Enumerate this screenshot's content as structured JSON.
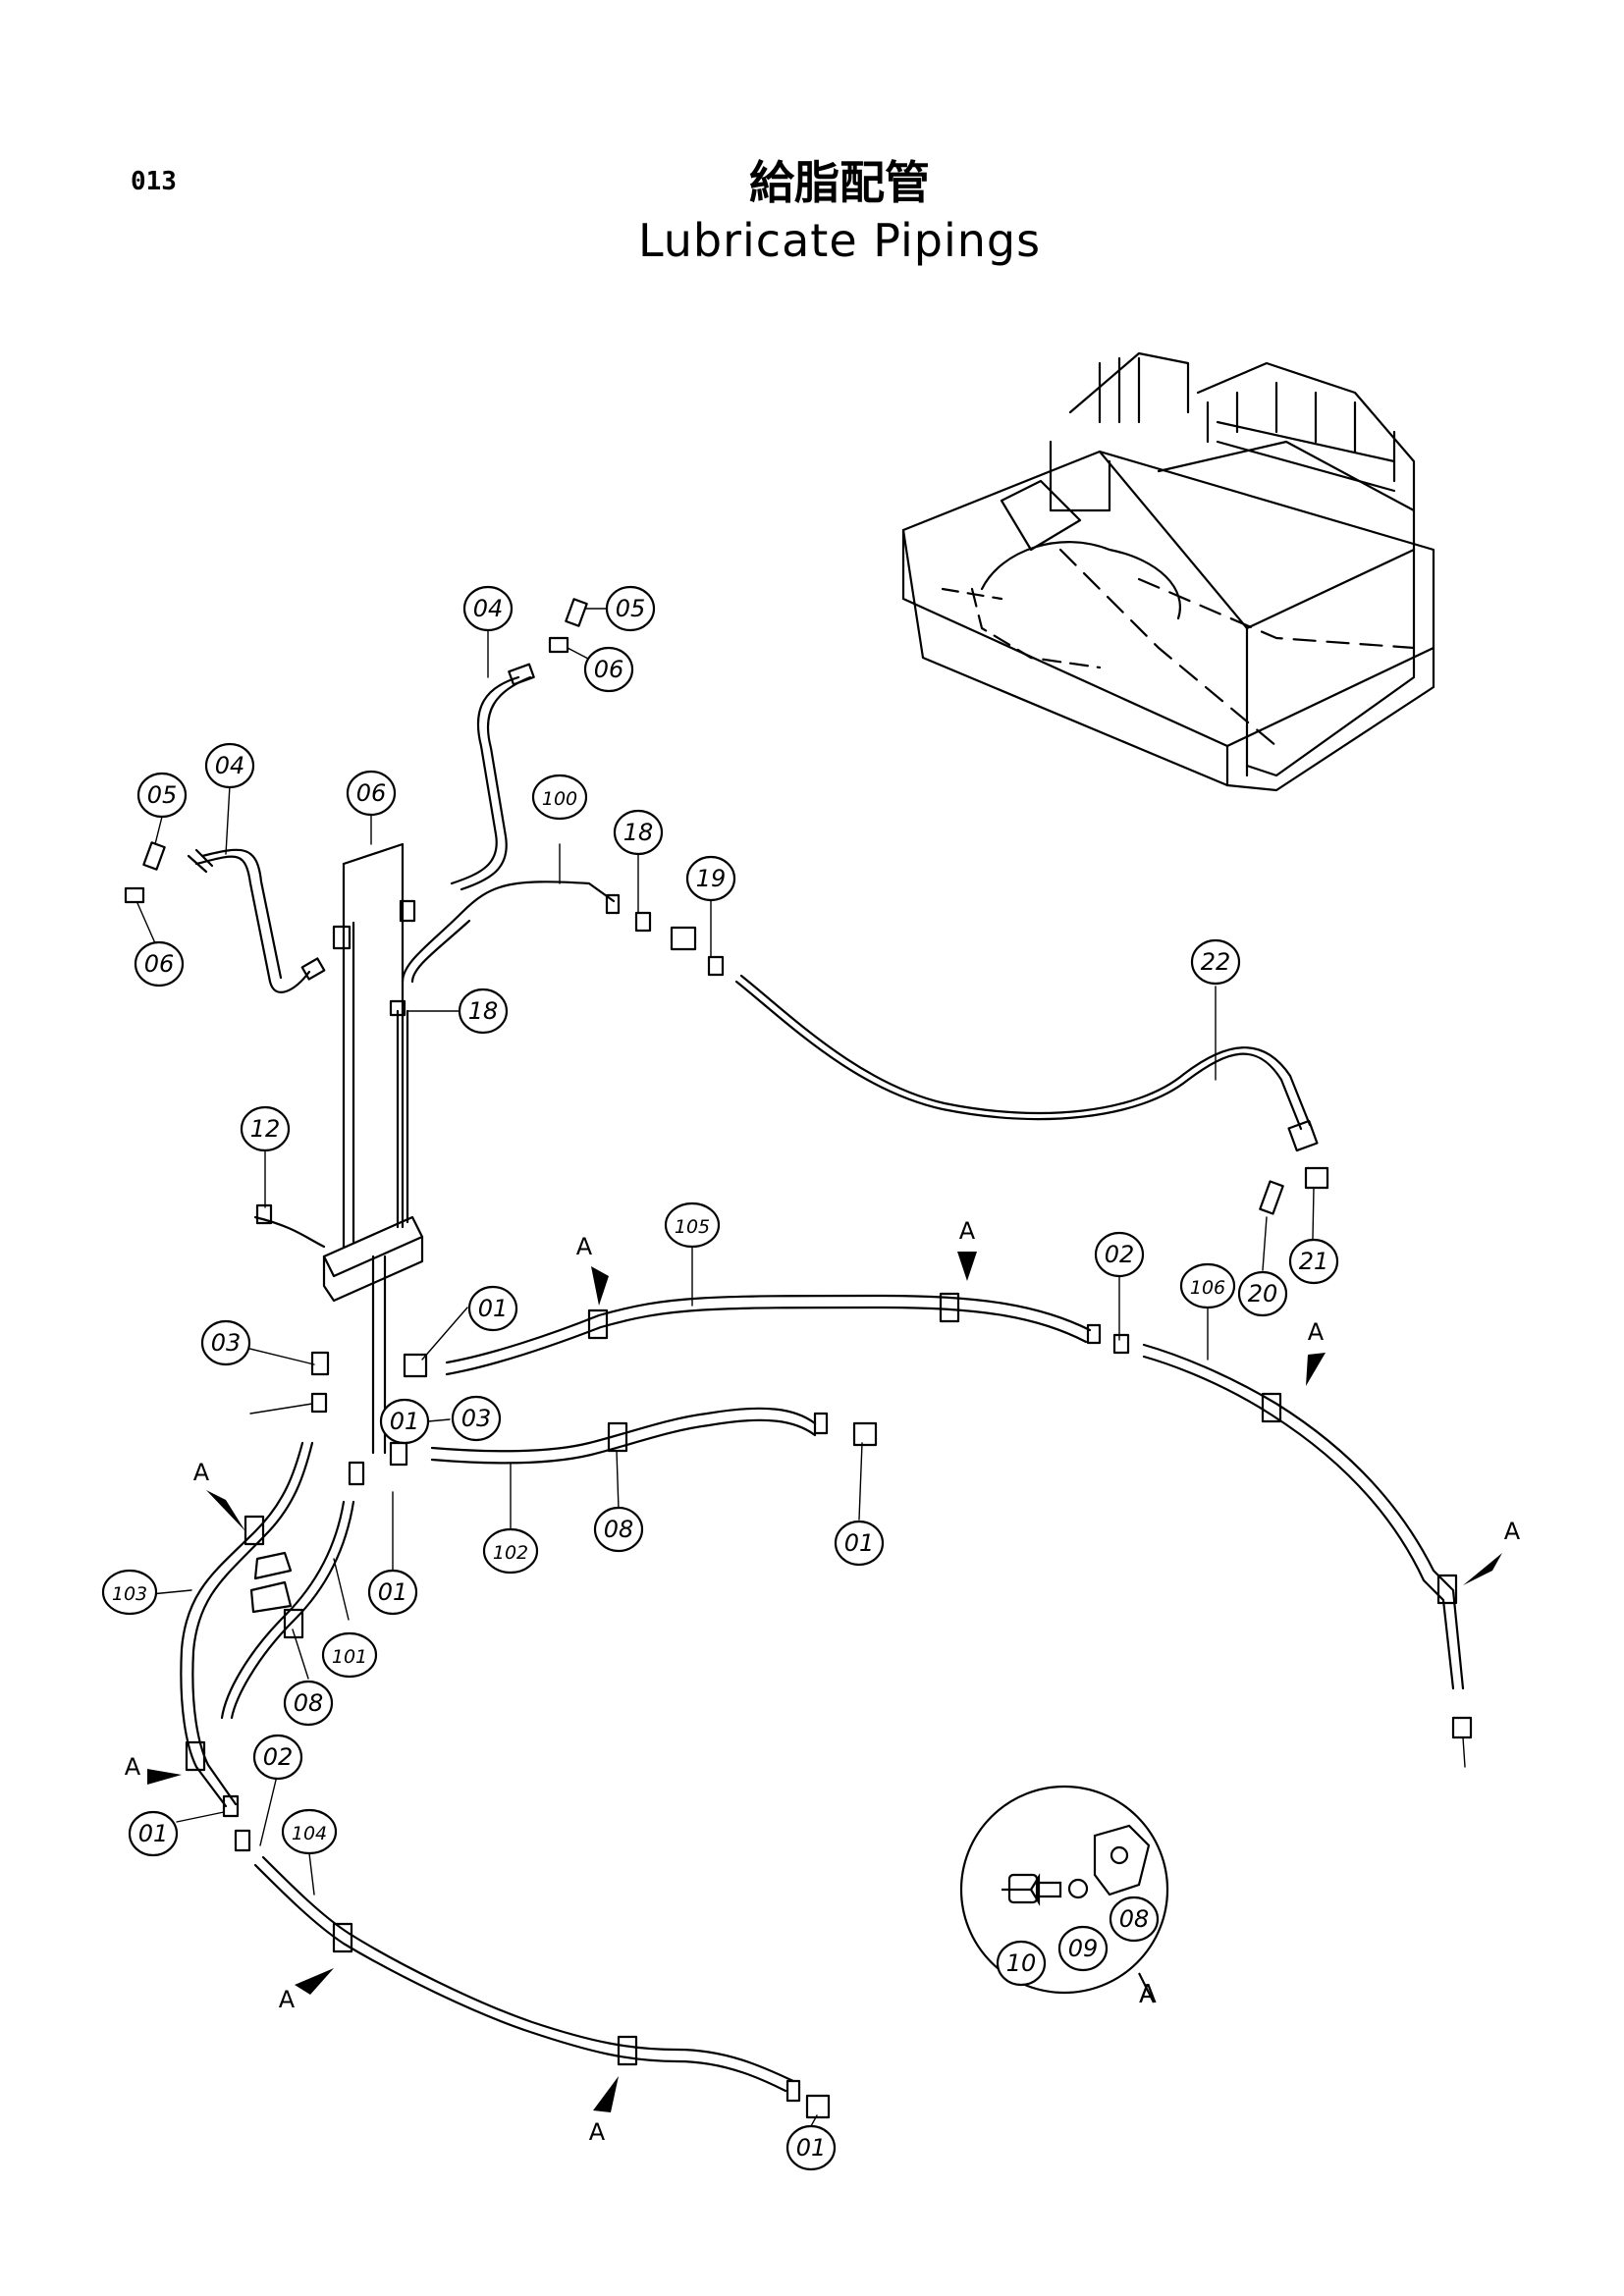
{
  "header": {
    "page_number": "013",
    "title_jp": "給脂配管",
    "title_en": "Lubricate  Pipings"
  },
  "callouts": [
    "04",
    "05",
    "06",
    "04",
    "05",
    "06",
    "06",
    "100",
    "18",
    "19",
    "22",
    "18",
    "12",
    "105",
    "02",
    "106",
    "20",
    "21",
    "01",
    "03",
    "01",
    "03",
    "08",
    "102",
    "01",
    "01",
    "103",
    "101",
    "08",
    "01",
    "02",
    "104",
    "01",
    "10",
    "09",
    "08"
  ],
  "section_marker": "A",
  "detail_label": "A"
}
